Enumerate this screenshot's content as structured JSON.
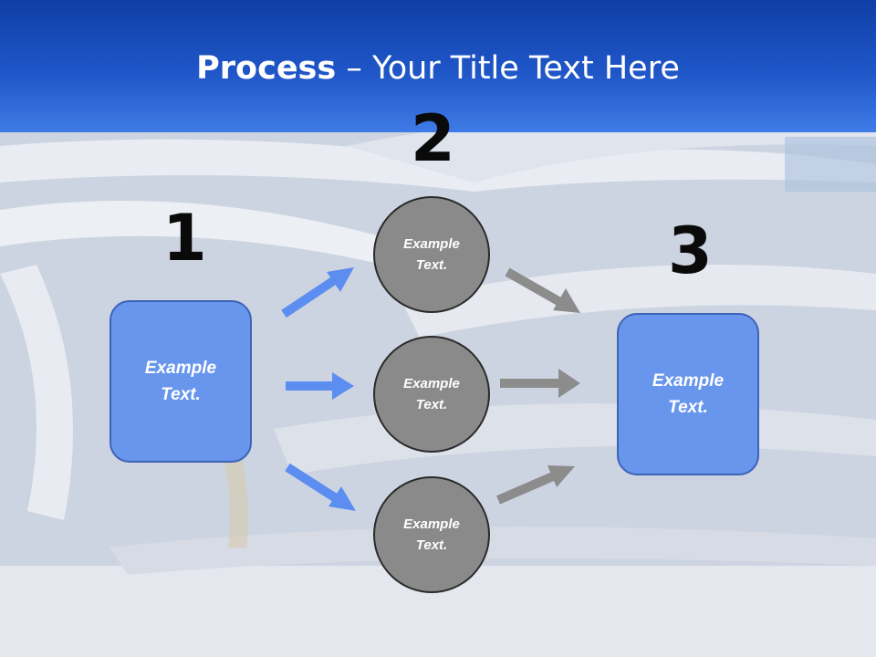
{
  "slide": {
    "title_bold": "Process",
    "title_rest": " – Your Title Text Here"
  },
  "diagram": {
    "step_numbers": [
      "1",
      "2",
      "3"
    ],
    "left_box": {
      "line1": "Example",
      "line2": "Text."
    },
    "right_box": {
      "line1": "Example",
      "line2": "Text."
    },
    "circles": [
      {
        "line1": "Example",
        "line2": "Text."
      },
      {
        "line1": "Example",
        "line2": "Text."
      },
      {
        "line1": "Example",
        "line2": "Text."
      }
    ],
    "colors": {
      "header_blue": "#1f56c8",
      "box_fill": "#6896ec",
      "box_border": "#3e63b6",
      "circle_fill": "#8a8a8a",
      "blue_arrow": "#5b8ef0",
      "gray_arrow": "#8c8c8c"
    }
  }
}
